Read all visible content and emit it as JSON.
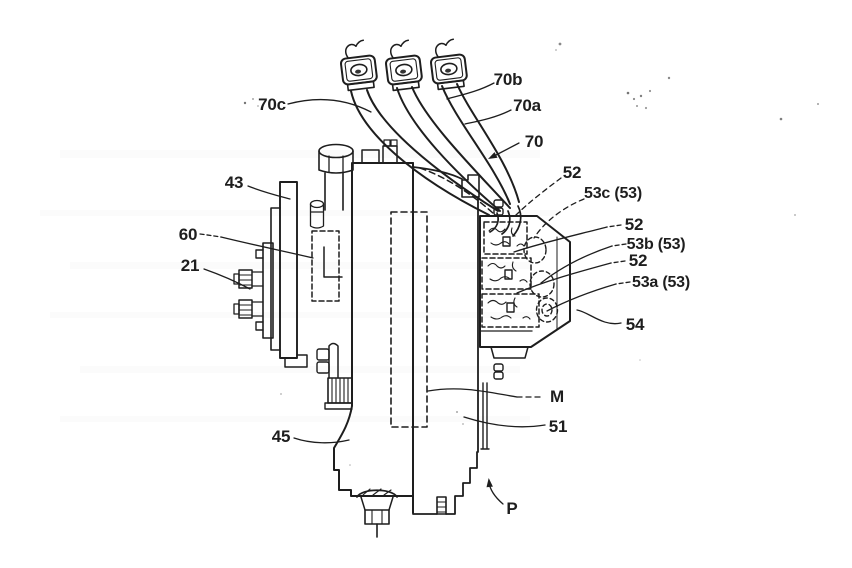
{
  "figure": {
    "background_color": "#ffffff",
    "ink_color": "#1e1e1e",
    "labels": [
      {
        "id": "70c",
        "text": "70c"
      },
      {
        "id": "70b",
        "text": "70b"
      },
      {
        "id": "70a",
        "text": "70a"
      },
      {
        "id": "70",
        "text": "70"
      },
      {
        "id": "43",
        "text": "43"
      },
      {
        "id": "60",
        "text": "60"
      },
      {
        "id": "21",
        "text": "21"
      },
      {
        "id": "52-top",
        "text": "52"
      },
      {
        "id": "53c",
        "text": "53c (53)"
      },
      {
        "id": "52-mid",
        "text": "52"
      },
      {
        "id": "53b",
        "text": "53b (53)"
      },
      {
        "id": "52-low",
        "text": "52"
      },
      {
        "id": "53a",
        "text": "53a (53)"
      },
      {
        "id": "54",
        "text": "54"
      },
      {
        "id": "M",
        "text": "M"
      },
      {
        "id": "51",
        "text": "51"
      },
      {
        "id": "45",
        "text": "45"
      },
      {
        "id": "P",
        "text": "P"
      }
    ]
  }
}
